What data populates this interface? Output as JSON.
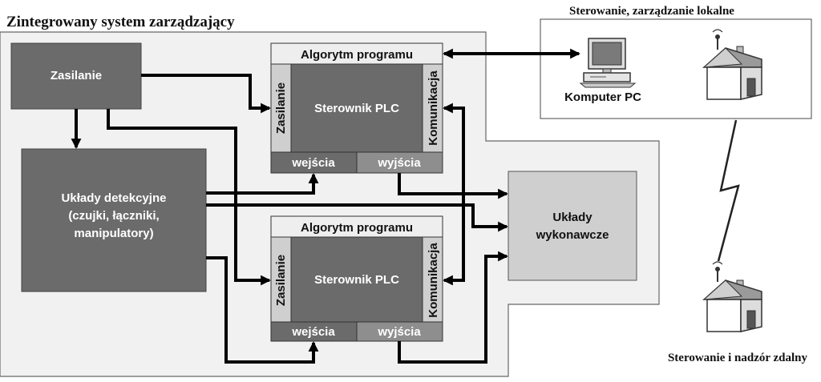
{
  "system_title": "Zintegrowany system zarządzający",
  "local_title": "Sterowanie, zarządzanie lokalne",
  "remote_title": "Sterowanie i nadzór zdalny",
  "power": "Zasilanie",
  "detection": [
    "Układy detekcyjne",
    "(czujki, łączniki,",
    "manipulatory)"
  ],
  "actuators": [
    "Układy",
    "wykonawcze"
  ],
  "pc_label": "Komputer PC",
  "plc": {
    "algorithm": "Algorytm programu",
    "name": "Sterownik PLC",
    "power_side": "Zasilanie",
    "comm_side": "Komunikacja",
    "inputs": "wejścia",
    "outputs": "wyjścia"
  },
  "colors": {
    "dark_block": "#6b6b6b",
    "light_block": "#cfcfcf",
    "system_bg": "#f1f1f1"
  }
}
